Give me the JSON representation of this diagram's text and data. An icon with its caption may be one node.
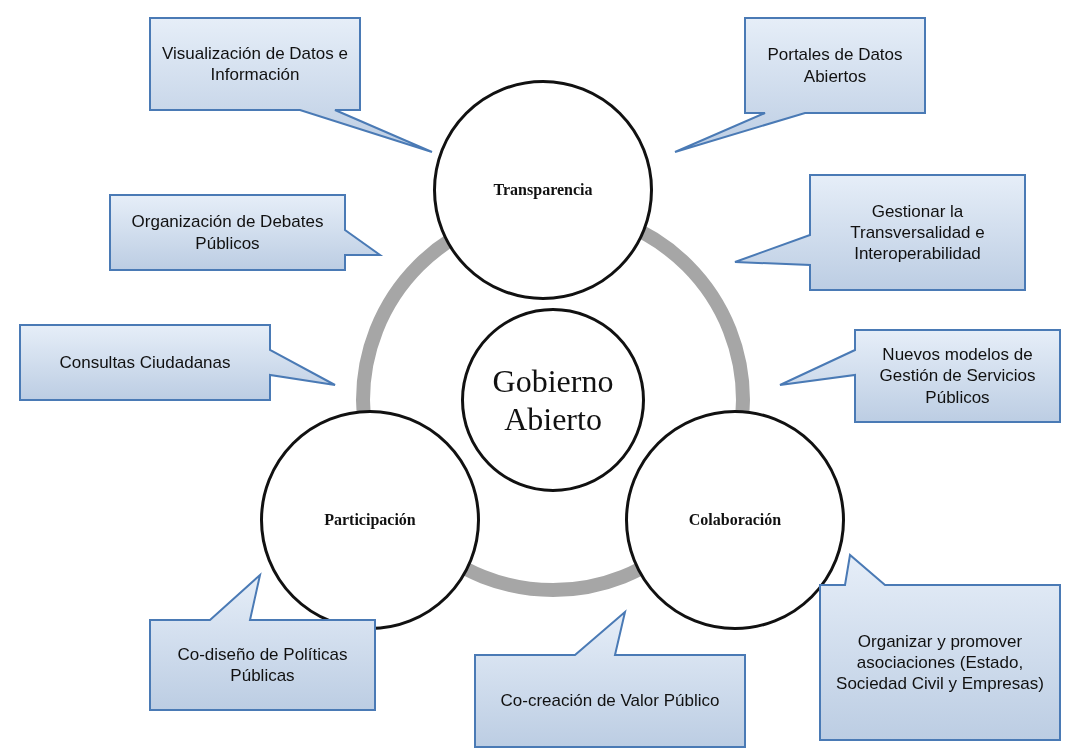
{
  "diagram": {
    "nodes": [
      {
        "text": [
          "Visualización de Datos e Información"
        ]
      },
      {
        "text": [
          "Portales de Datos Abiertos"
        ]
      },
      {
        "text": [
          "Transparencia"
        ]
      },
      {
        "text": [
          "Organización de Debates Públicos"
        ]
      },
      {
        "text": [
          "Gestionar la Transversalidad e Interoperabilidad"
        ]
      },
      {
        "text": [
          "Consultas Ciudadanas"
        ]
      },
      {
        "text": [
          "Gobierno Abierto"
        ]
      },
      {
        "text": [
          "Nuevos modelos de Gestión de Servicios Públicos"
        ]
      },
      {
        "text": [
          "Participación"
        ]
      },
      {
        "text": [
          "Colaboración"
        ]
      },
      {
        "text": [
          "Co-diseño de Políticas Públicas"
        ]
      },
      {
        "text": [
          "Co-creación de Valor Público"
        ]
      },
      {
        "text": [
          "Organizar y promover asociaciones (Estado, Sociedad Civil y Empresas)"
        ]
      }
    ],
    "edges": []
  }
}
